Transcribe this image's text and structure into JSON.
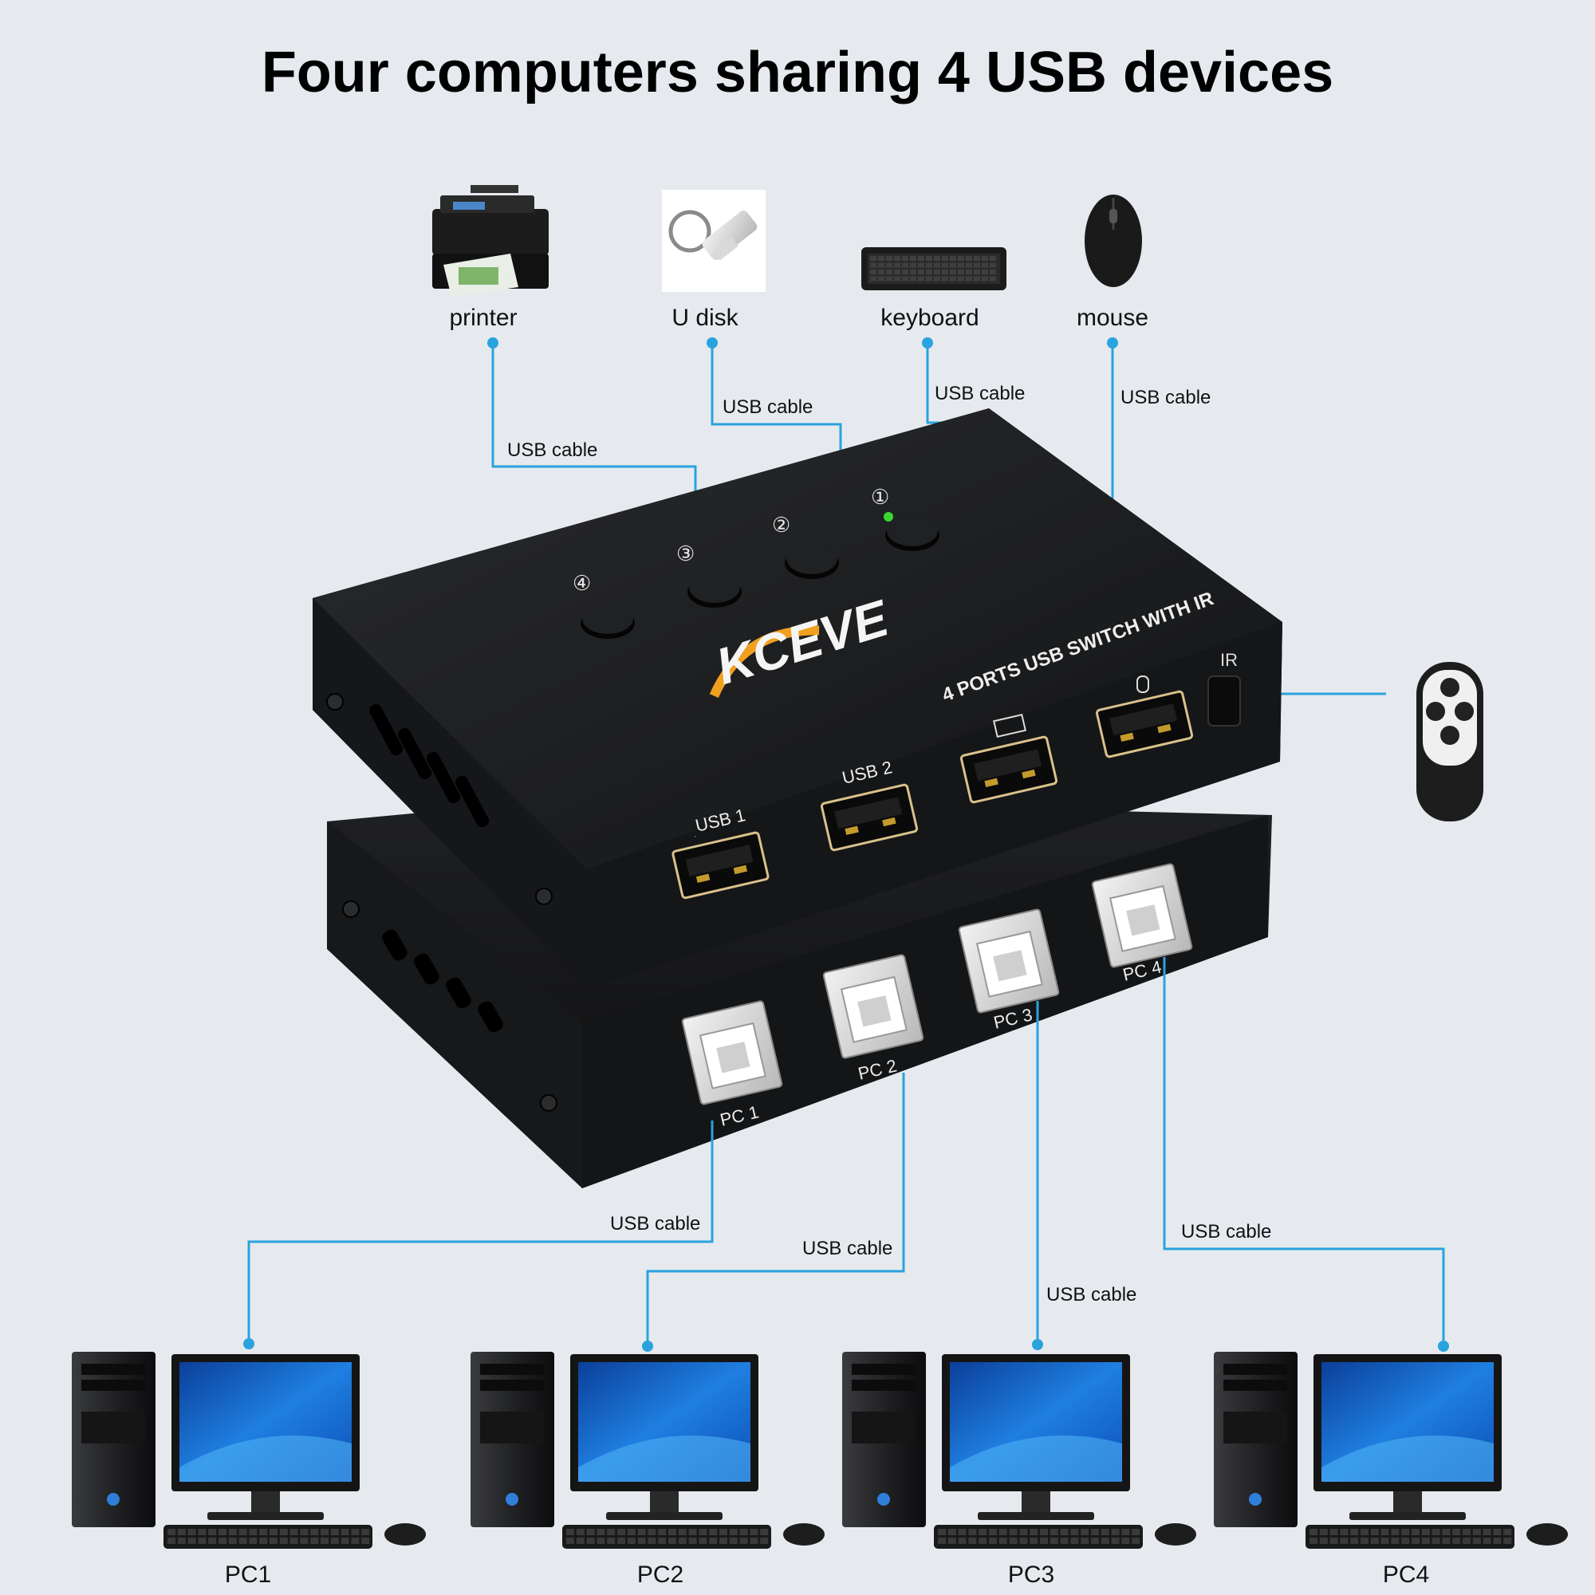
{
  "title": "Four computers sharing 4 USB devices",
  "devices": [
    {
      "label": "printer",
      "icon": "printer-icon"
    },
    {
      "label": "U disk",
      "icon": "usb-flash-drive-icon"
    },
    {
      "label": "keyboard",
      "icon": "keyboard-icon"
    },
    {
      "label": "mouse",
      "icon": "mouse-icon"
    }
  ],
  "cable_label": "USB cable",
  "switch": {
    "brand": "KCEVE",
    "model_text": "4 PORTS USB SWITCH WITH IR",
    "ir_label": "IR",
    "usb_ports": [
      "USB 1",
      "USB 2"
    ],
    "pc_ports": [
      "PC 1",
      "PC 2",
      "PC 3",
      "PC 4"
    ],
    "buttons": [
      "④",
      "③",
      "②",
      "①"
    ],
    "body_color": "#1b1c1e",
    "led_color": "#39d62f"
  },
  "computers": [
    {
      "label": "PC1"
    },
    {
      "label": "PC2"
    },
    {
      "label": "PC3"
    },
    {
      "label": "PC4"
    }
  ],
  "accent_color": "#29a3dd"
}
